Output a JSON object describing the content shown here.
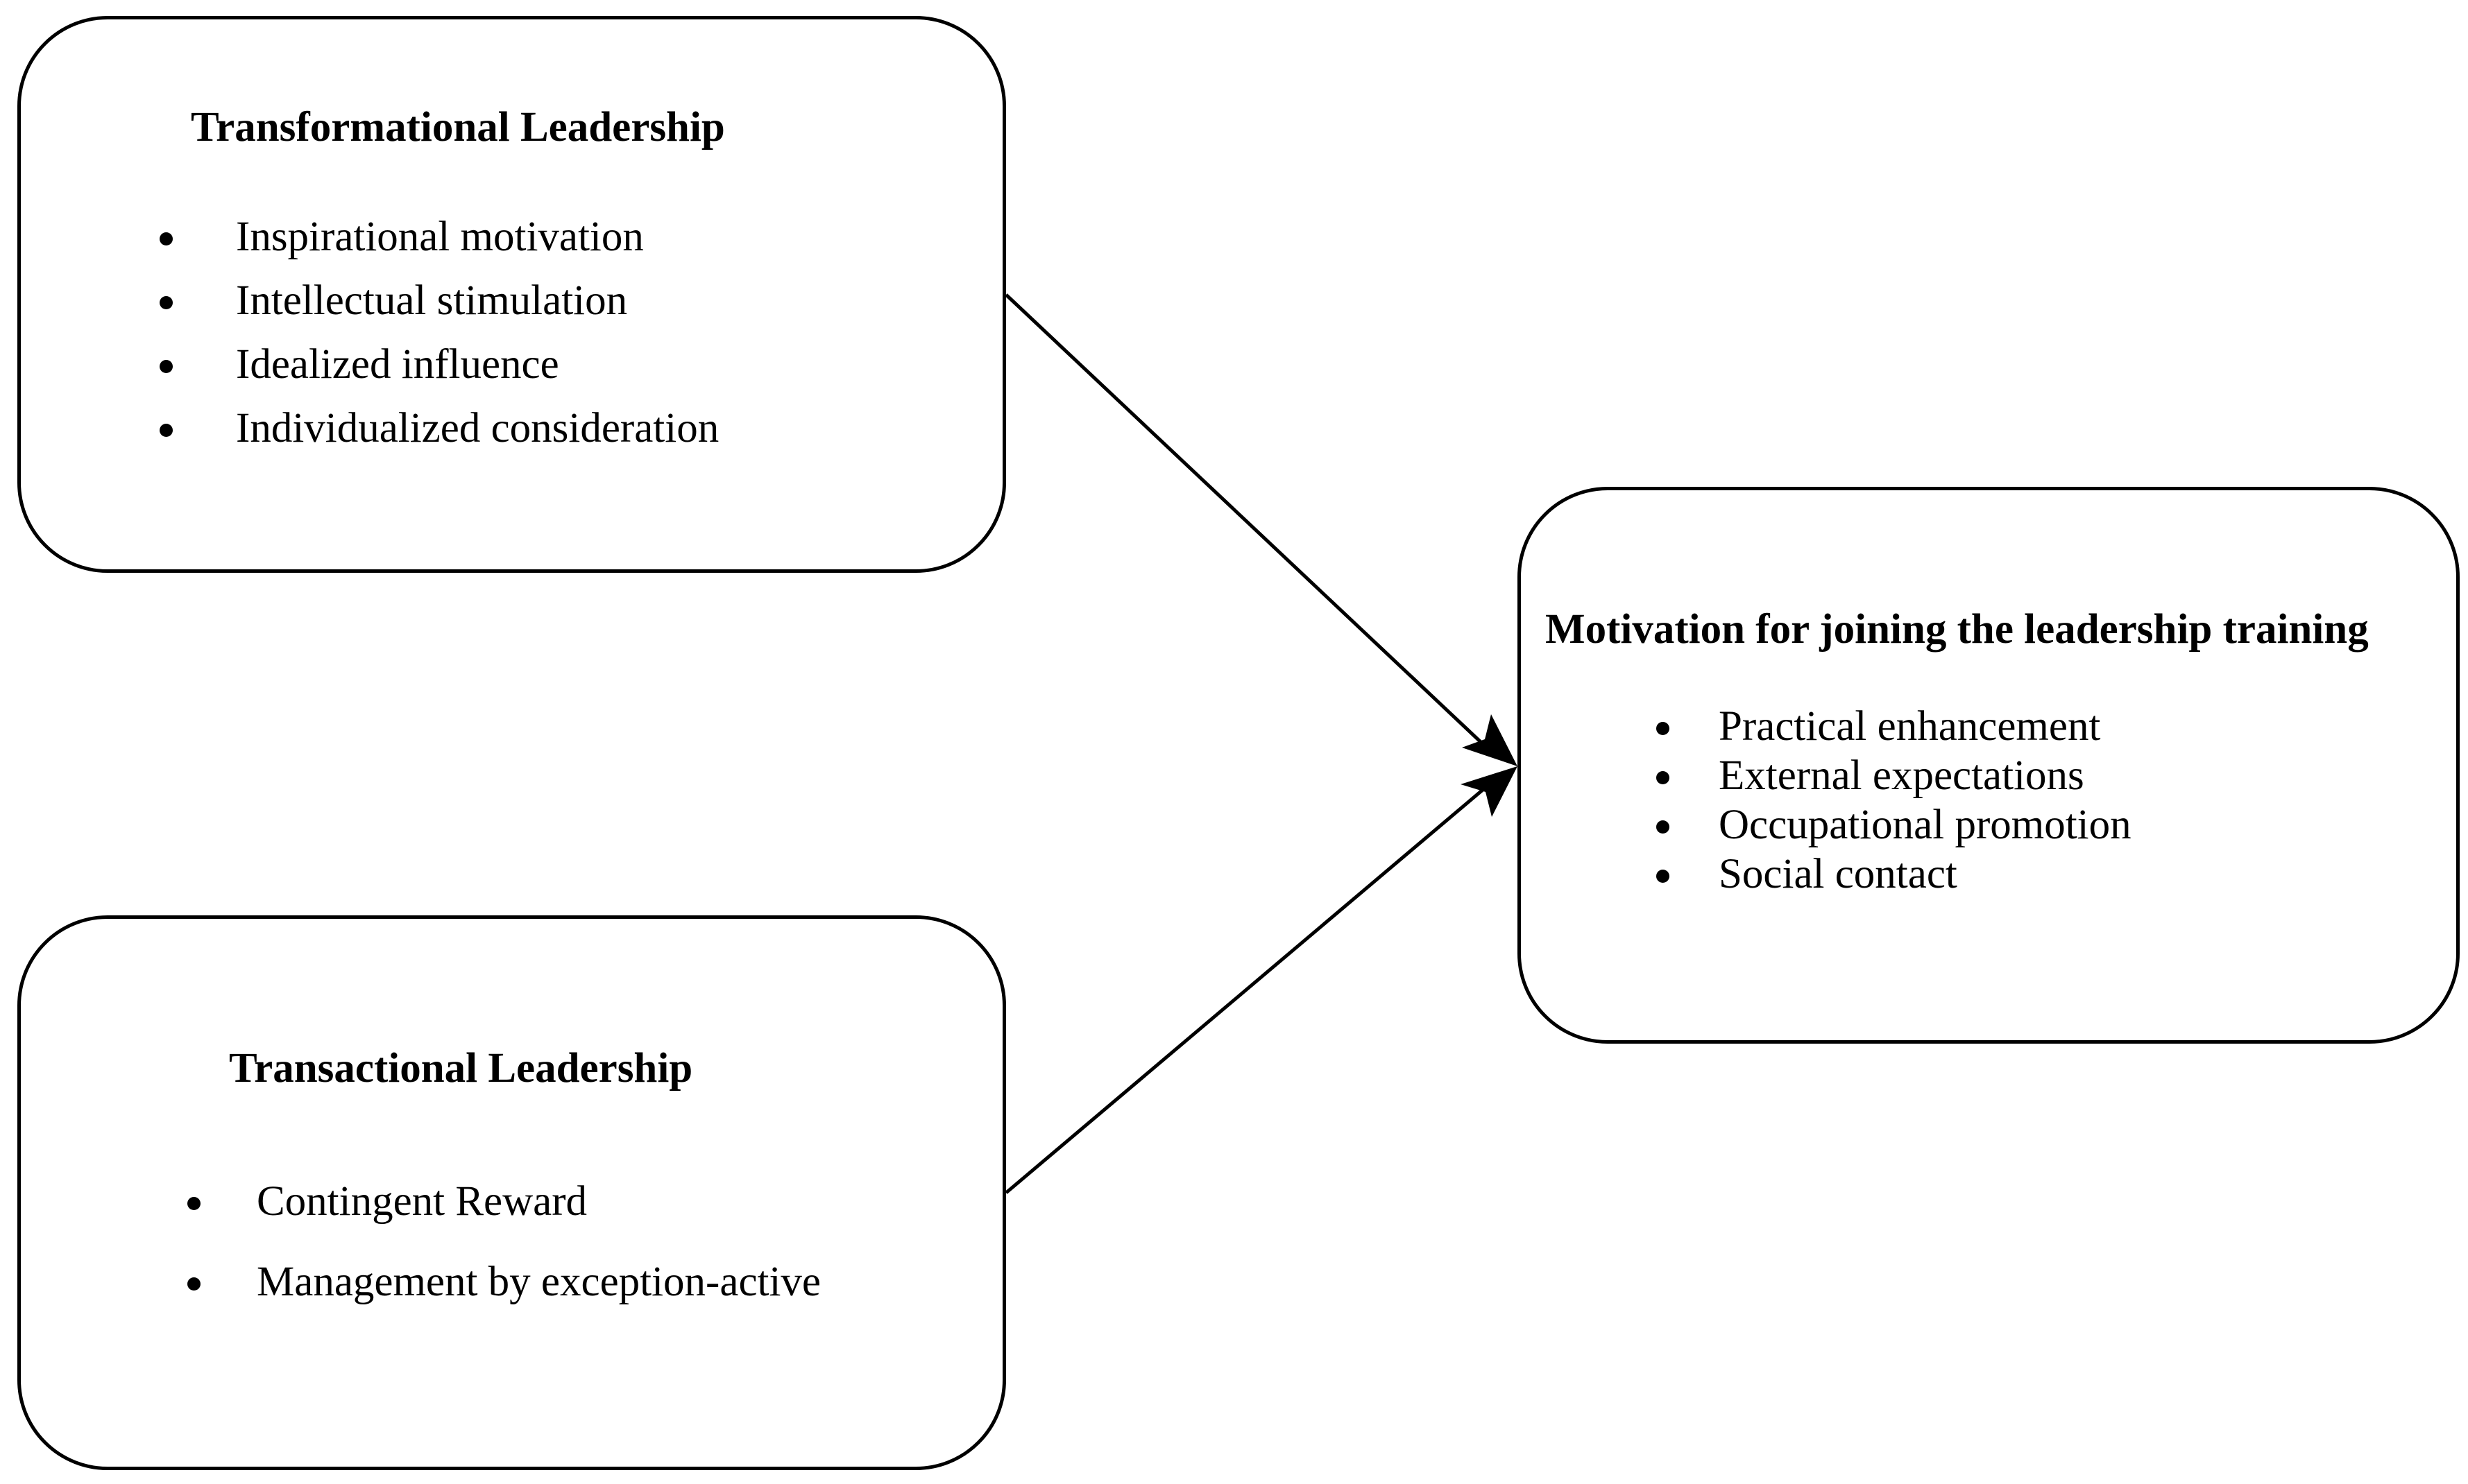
{
  "nodes": {
    "transformational": {
      "title": "Transformational Leadership",
      "items": [
        "Inspirational motivation",
        "Intellectual stimulation",
        "Idealized influence",
        "Individualized consideration"
      ]
    },
    "transactional": {
      "title": "Transactional Leadership",
      "items": [
        "Contingent Reward",
        "Management by exception-active"
      ]
    },
    "motivation": {
      "title": "Motivation for joining the leadership training",
      "items": [
        "Practical enhancement",
        "External expectations",
        "Occupational promotion",
        "Social contact"
      ]
    }
  },
  "edges": [
    {
      "from": "transformational",
      "to": "motivation"
    },
    {
      "from": "transactional",
      "to": "motivation"
    }
  ],
  "colors": {
    "stroke": "#000000",
    "background": "#ffffff"
  }
}
